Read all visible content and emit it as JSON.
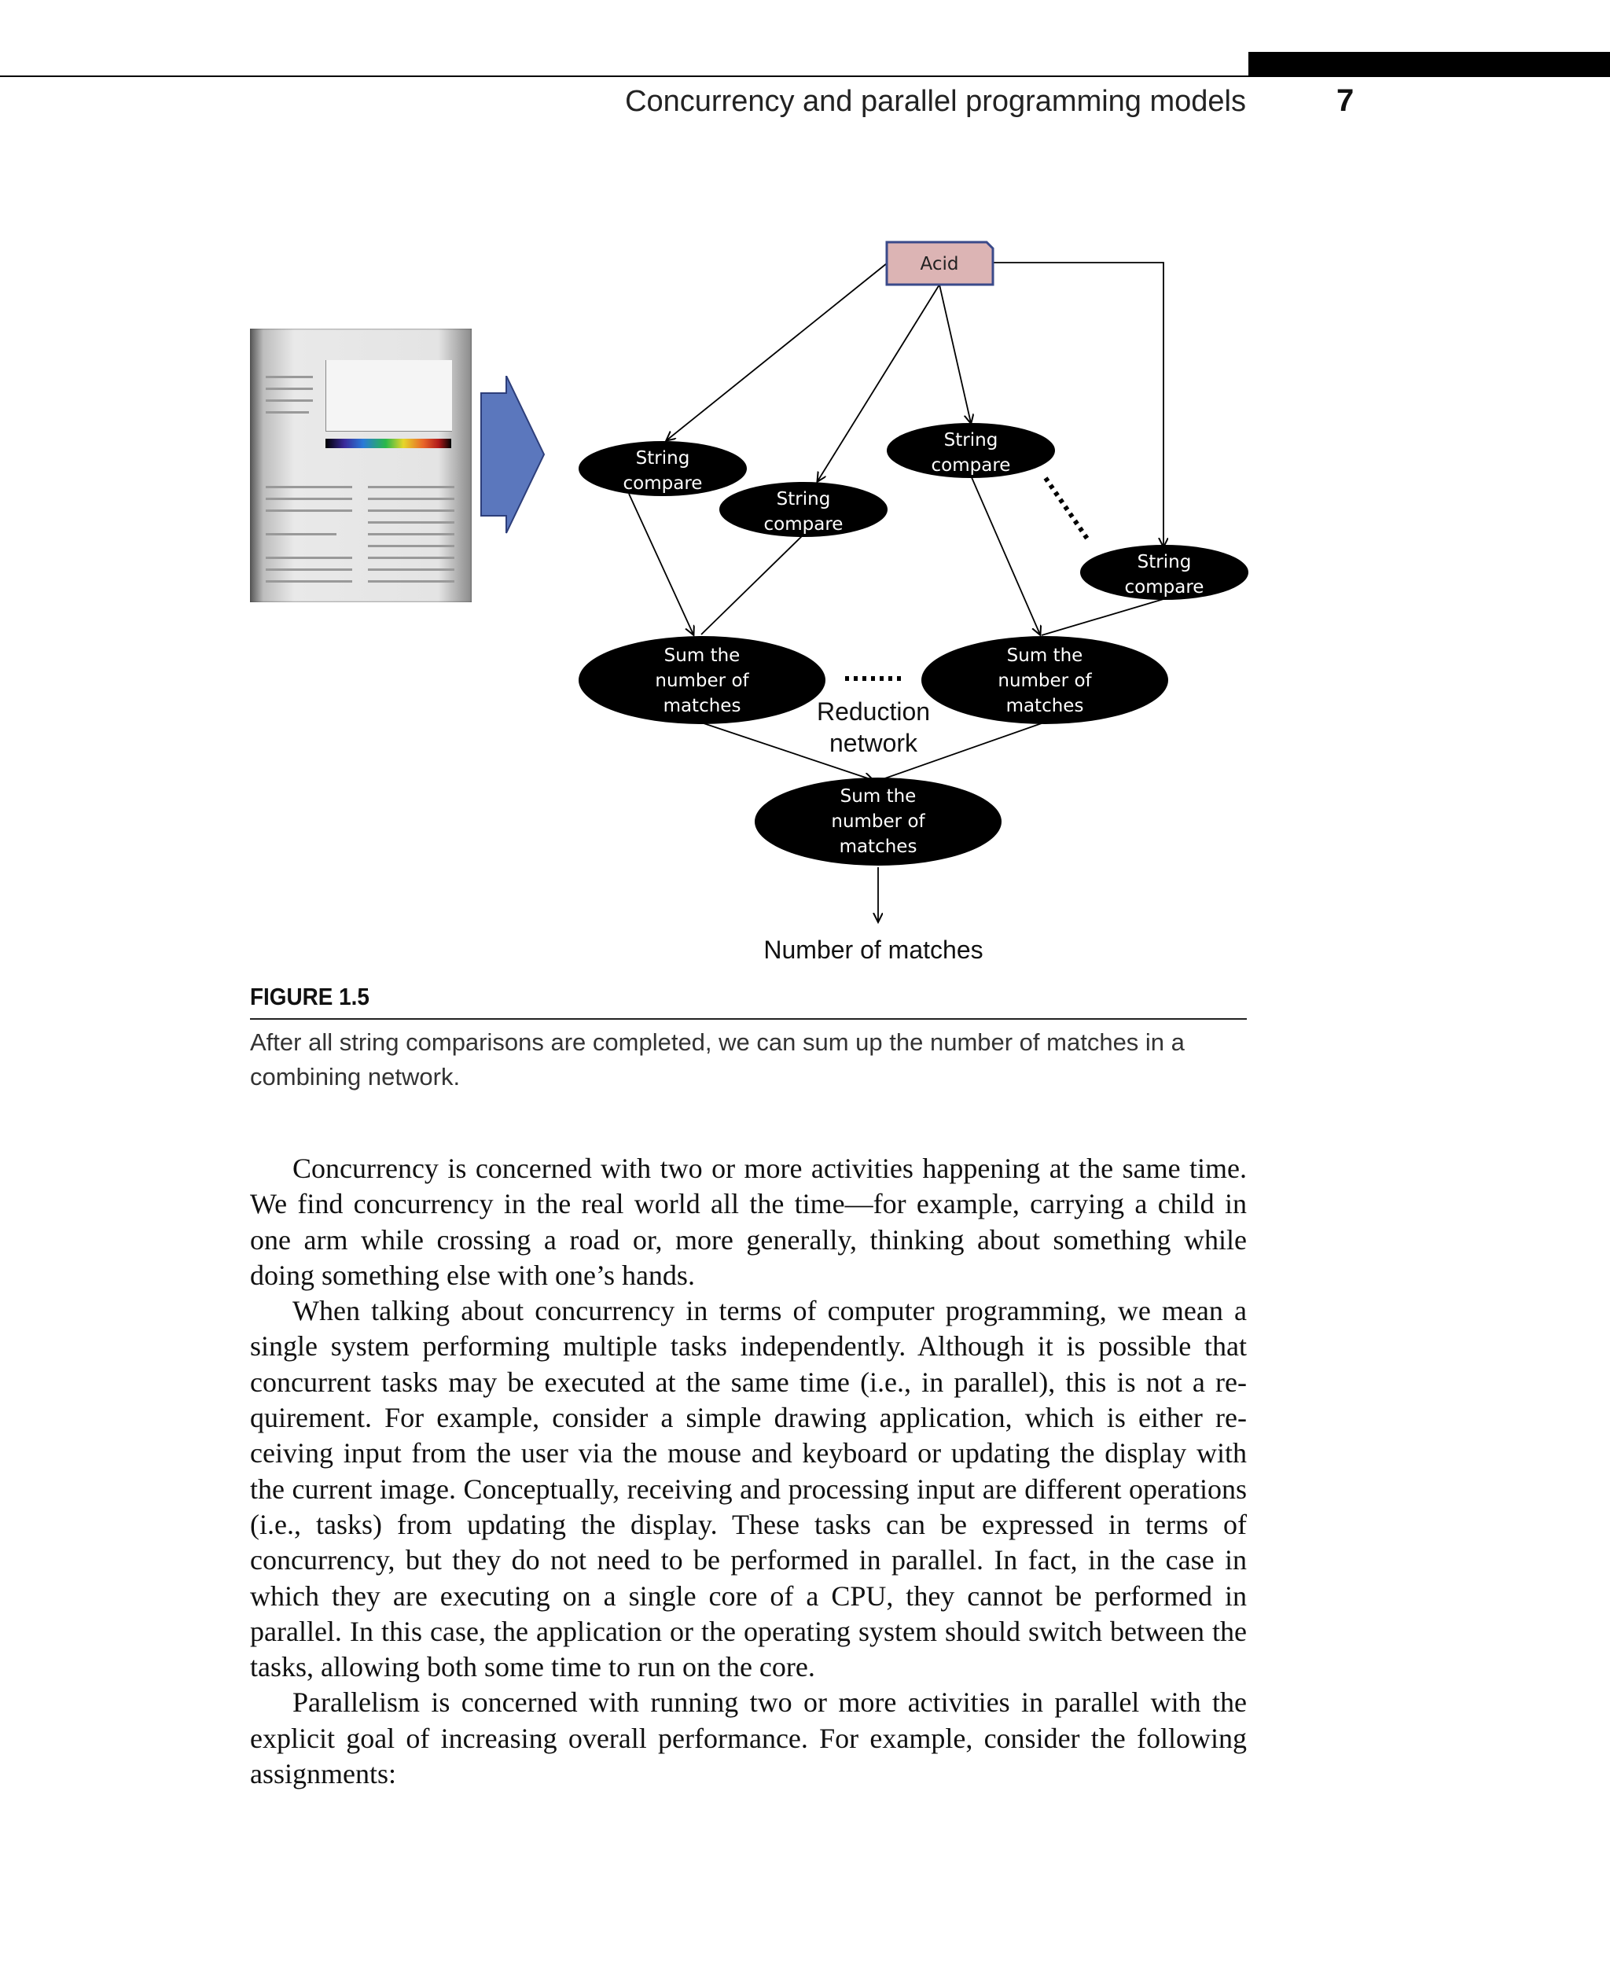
{
  "header": {
    "running_title": "Concurrency and parallel programming models",
    "page_number": "7"
  },
  "diagram": {
    "source_node": "Acid",
    "string_compare_nodes": [
      "String\ncompare",
      "String\ncompare",
      "String\ncompare",
      "String\ncompare"
    ],
    "sum_nodes": [
      "Sum the\nnumber of\nmatches",
      "Sum the\nnumber of\nmatches",
      "Sum the\nnumber of\nmatches"
    ],
    "reduction_label": [
      "Reduction",
      "network"
    ],
    "output_label": "Number of matches"
  },
  "figure": {
    "label": "FIGURE 1.5",
    "caption": "After all string comparisons are completed, we can sum up the number of matches in a combining network."
  },
  "body": {
    "paragraphs": [
      "Concurrency is concerned with two or more activities happening at the same time. We find concurrency in the real world all the time—for example, carrying a child in one arm while crossing a road or, more generally, thinking about something while doing something else with one’s hands.",
      "When talking about concurrency in terms of computer programming, we mean a single system performing multiple tasks independently. Although it is possible that concurrent tasks may be executed at the same time (i.e., in parallel), this is not a re­quirement. For example, consider a simple drawing application, which is either re­ceiving input from the user via the mouse and keyboard or updating the display with the current image. Conceptually, receiving and processing input are different oper­ations (i.e., tasks) from updating the display. These tasks can be expressed in terms of concurrency, but they do not need to be performed in parallel. In fact, in the case in which they are executing on a single core of a CPU, they cannot be performed in parallel. In this case, the application or the operating system should switch between the tasks, allowing both some time to run on the core.",
      "Parallelism is concerned with running two or more activities in parallel with the explicit goal of increasing overall performance. For example, consider the following assignments:"
    ]
  }
}
